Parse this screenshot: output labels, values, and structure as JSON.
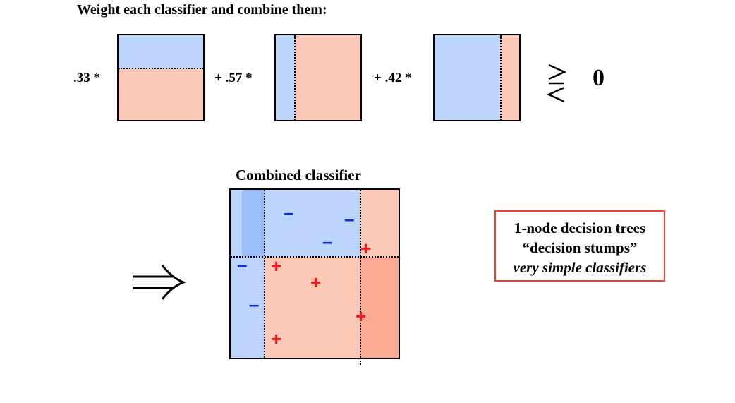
{
  "title": "Weight each classifier and combine them:",
  "weights": [
    ".33 *",
    "+ .57 *",
    "+ .42 *"
  ],
  "comparison": "0",
  "combined_title": "Combined classifier",
  "marks": {
    "minus": "–",
    "plus": "+"
  },
  "note": {
    "line1": "1-node decision trees",
    "line2": "“decision stumps”",
    "line3": "very simple classifiers"
  },
  "colors": {
    "blue_region": "#bdd5fb",
    "pink_region": "#fcc9b8",
    "dark_blue_region": "#99bef8",
    "dark_pink_region": "#fbab93",
    "minus_color": "#0b2ee0",
    "plus_color": "#ff1111",
    "note_border": "#ee4422"
  },
  "icons": [
    "greater-less-equal-icon",
    "double-right-arrow-icon"
  ]
}
